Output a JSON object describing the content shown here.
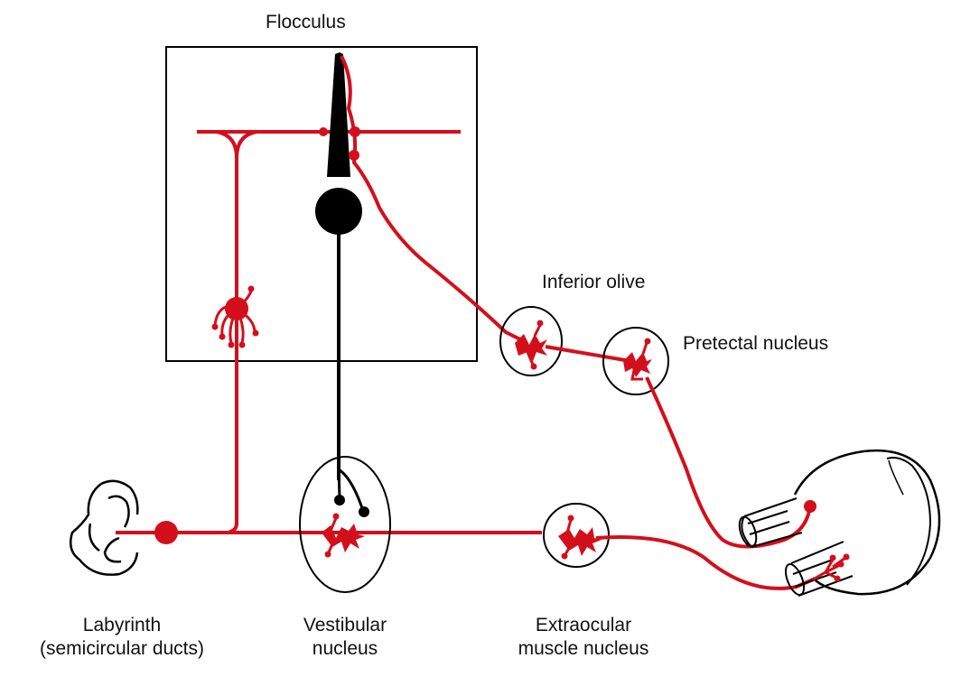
{
  "labels": {
    "flocculus": "Flocculus",
    "inferior_olive": "Inferior olive",
    "pretectal_nucleus": "Pretectal nucleus",
    "labyrinth_line1": "Labyrinth",
    "labyrinth_line2": "(semicircular ducts)",
    "vestibular_line1": "Vestibular",
    "vestibular_line2": "nucleus",
    "extraocular_line1": "Extraocular",
    "extraocular_line2": "muscle nucleus"
  },
  "colors": {
    "pathway": "#d40f1c",
    "purkinje": "#000000",
    "outline": "#000000"
  }
}
